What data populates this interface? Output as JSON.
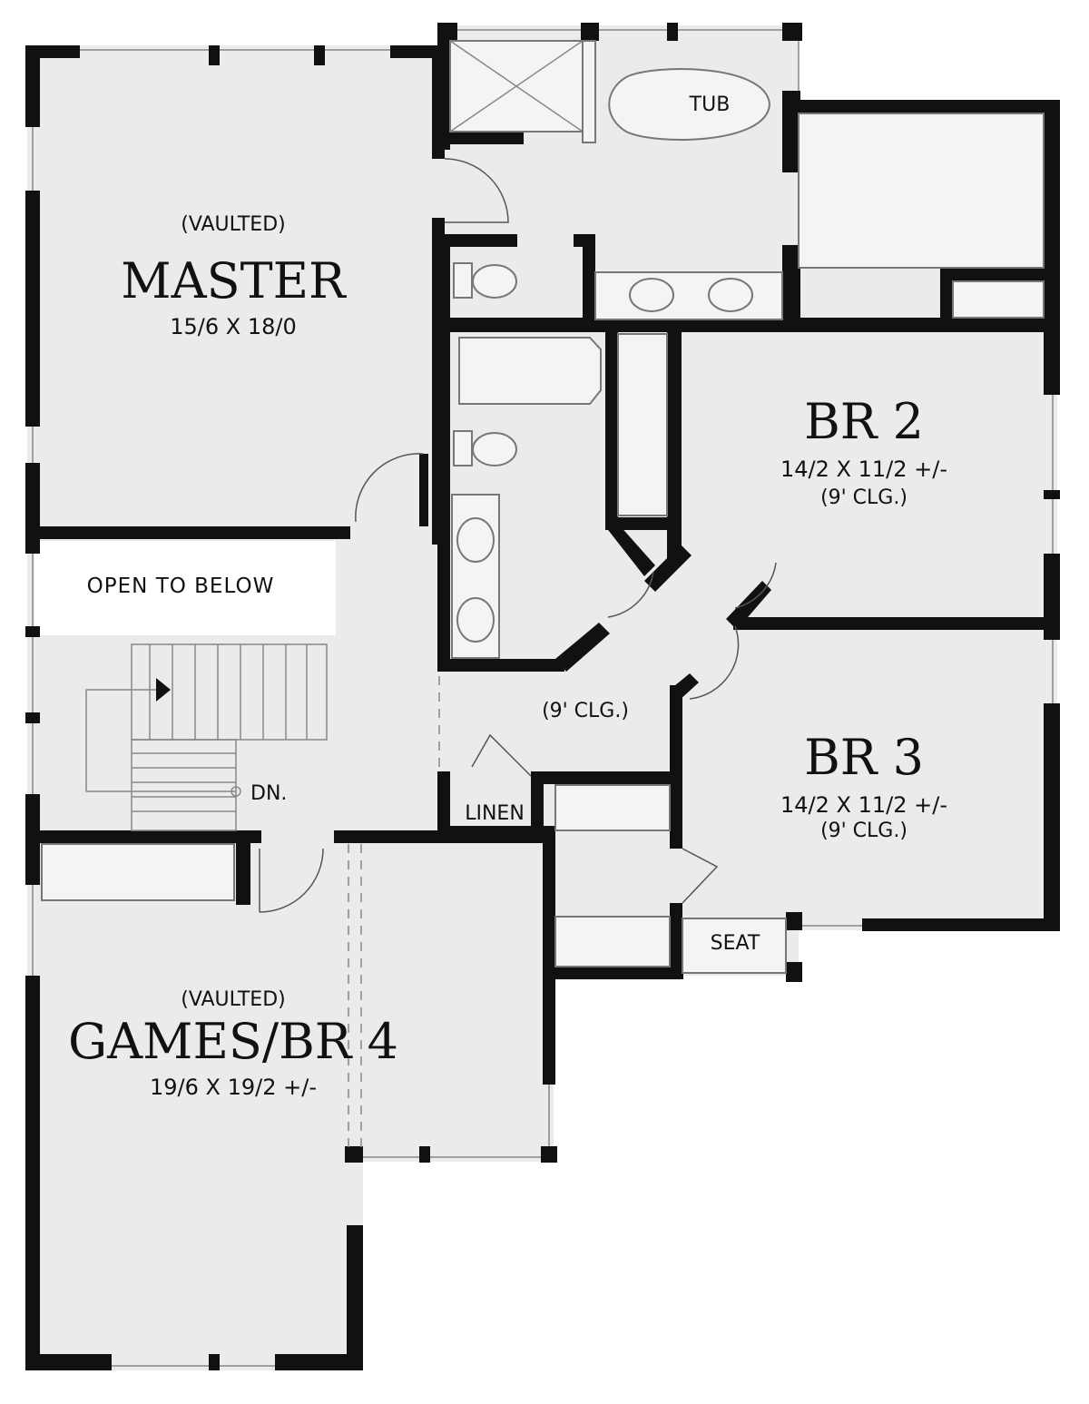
{
  "rooms": {
    "master": {
      "note": "(VAULTED)",
      "name": "MASTER",
      "dims": "15/6 X 18/0"
    },
    "tub": {
      "label": "TUB"
    },
    "br2": {
      "name": "BR 2",
      "dims": "14/2 X 11/2 +/-",
      "ceiling": "(9' CLG.)"
    },
    "br3": {
      "name": "BR 3",
      "dims": "14/2 X 11/2 +/-",
      "ceiling": "(9' CLG.)"
    },
    "hall": {
      "ceiling": "(9' CLG.)"
    },
    "open_below": {
      "label": "OPEN TO BELOW"
    },
    "stairs": {
      "label": "DN."
    },
    "linen": {
      "label": "LINEN"
    },
    "seat": {
      "label": "SEAT"
    },
    "games": {
      "note": "(VAULTED)",
      "name": "GAMES/BR 4",
      "dims": "19/6 X 19/2 +/-"
    }
  },
  "colors": {
    "floor": "#ebebeb",
    "wall": "#111111",
    "open": "#ffffff"
  }
}
